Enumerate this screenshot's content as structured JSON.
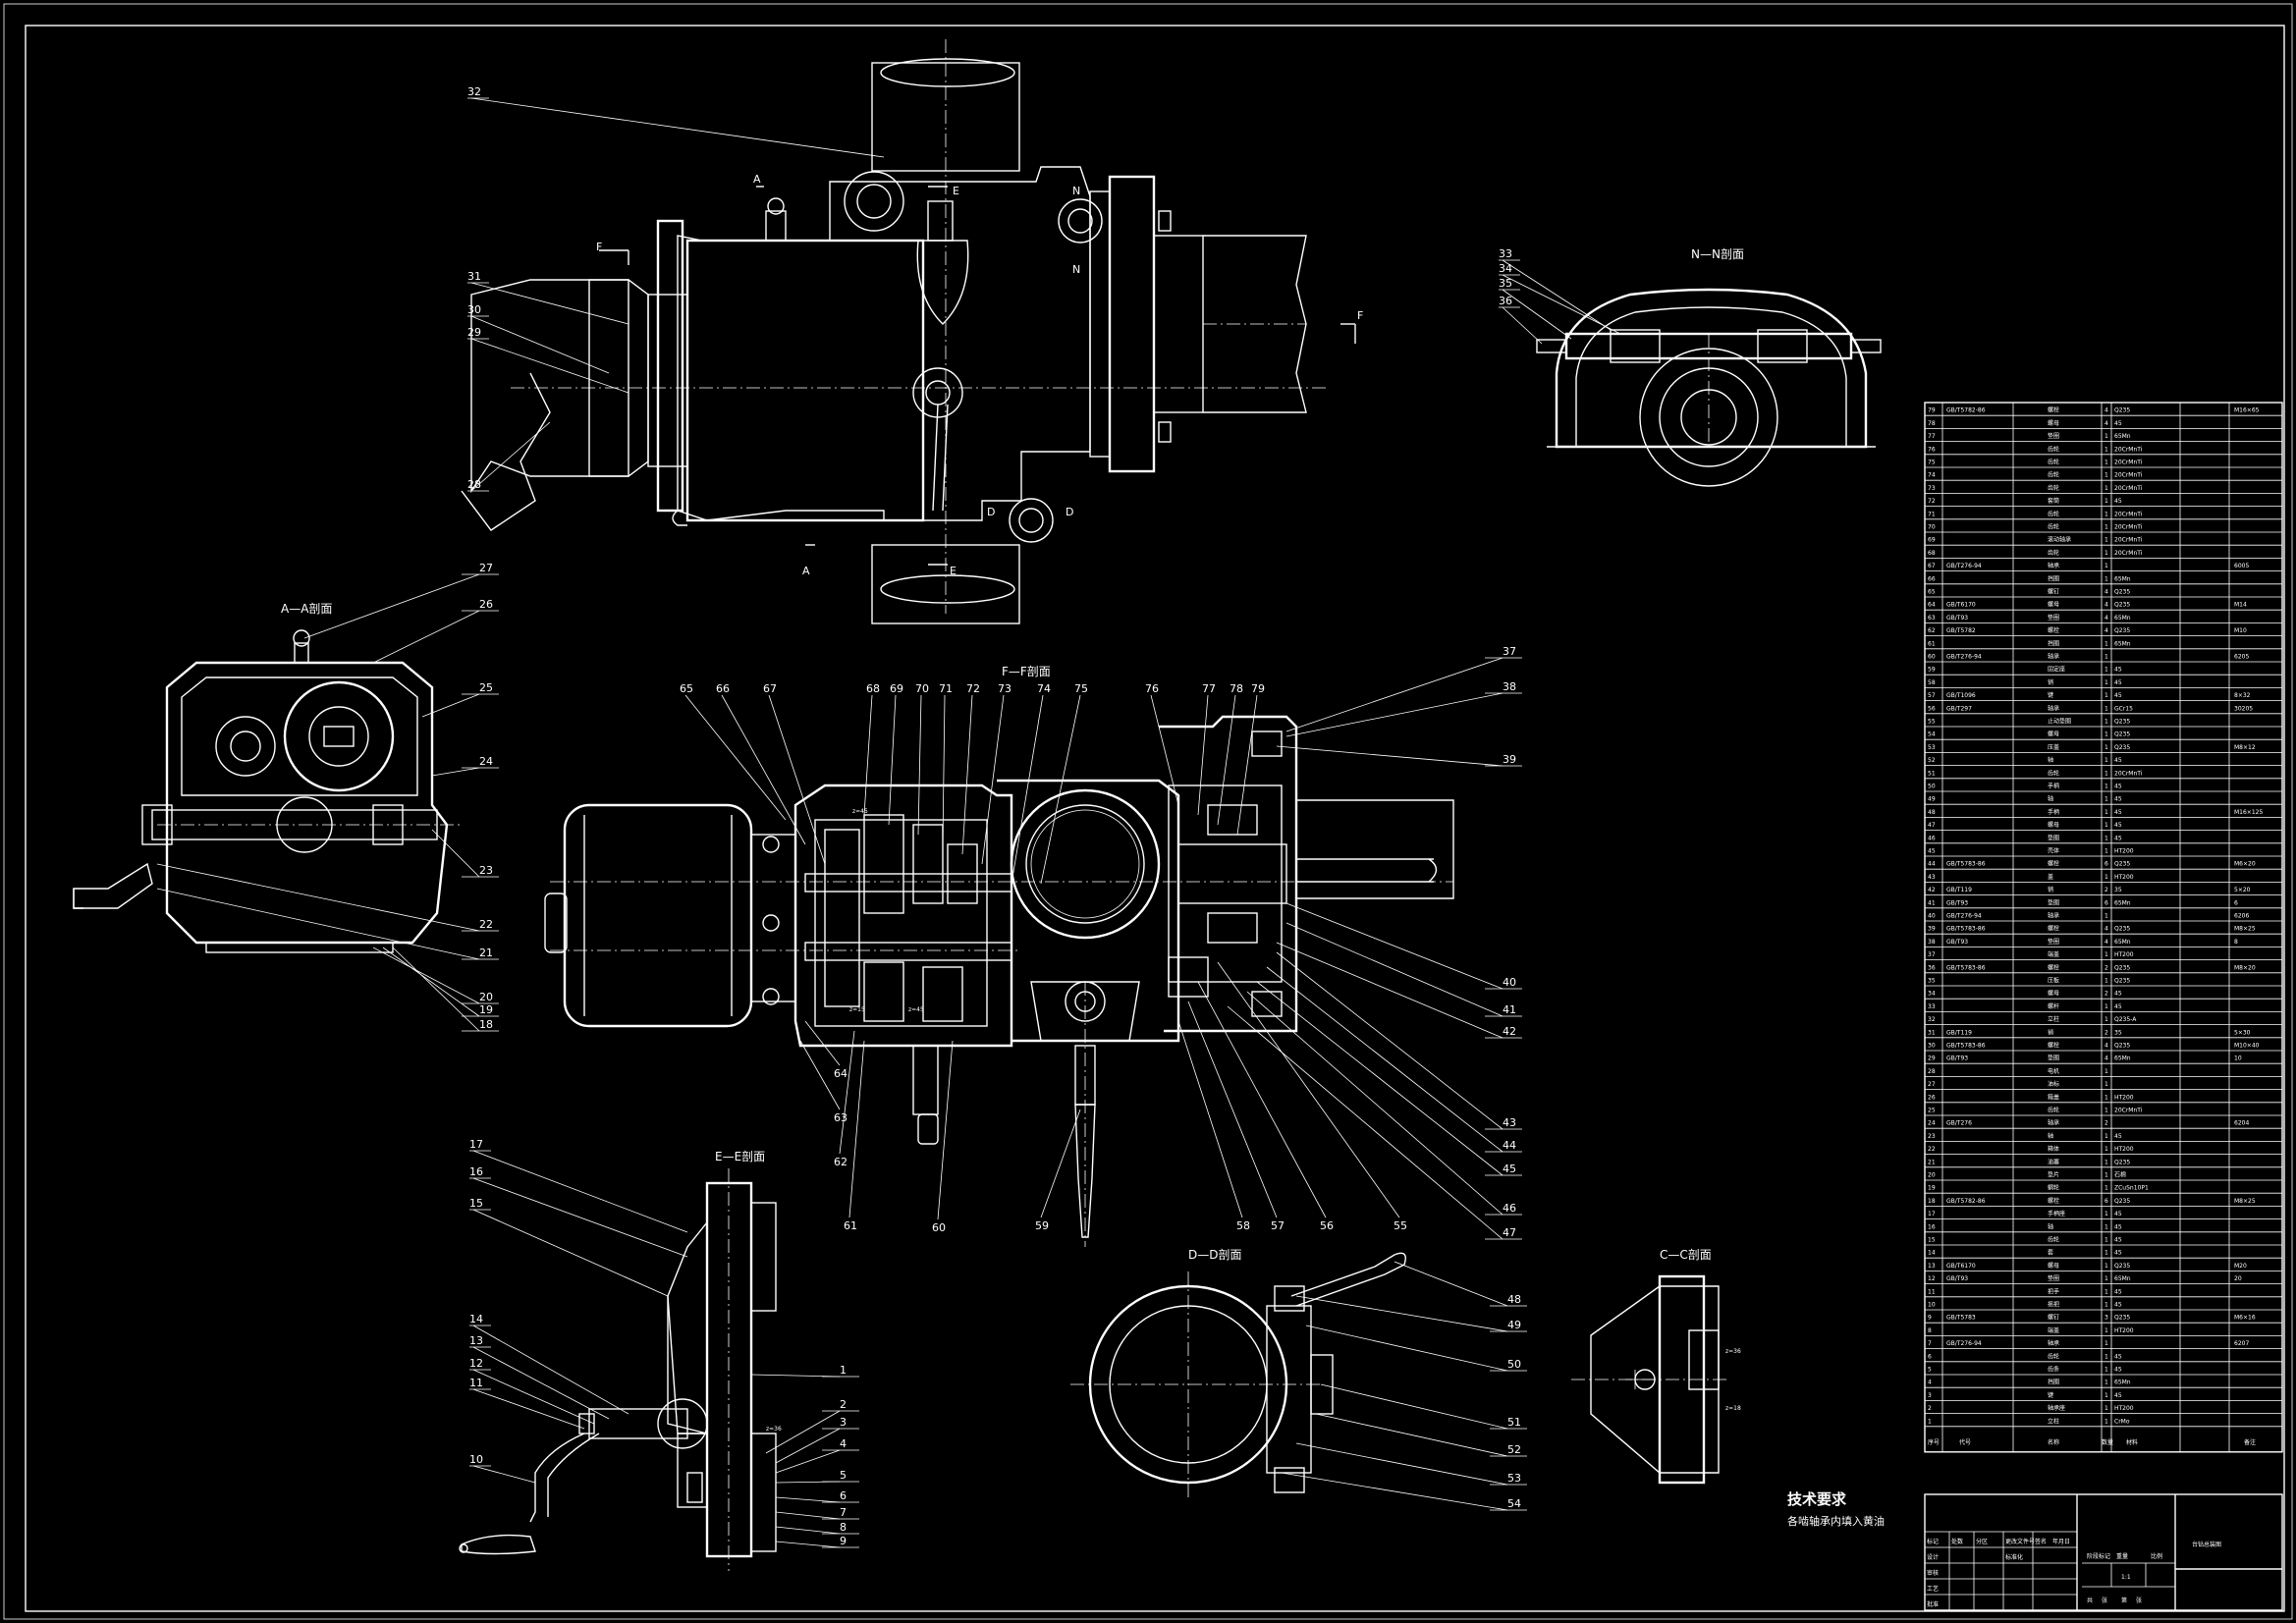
{
  "views": {
    "aa": "A—A剖面",
    "ff": "F—F剖面",
    "ee": "E—E剖面",
    "dd": "D—D剖面",
    "cc": "C—C剖面",
    "nn": "N—N剖面"
  },
  "section_marks": [
    "A",
    "A",
    "E",
    "E",
    "F",
    "F",
    "N",
    "N",
    "D",
    "D"
  ],
  "technical_requirements": {
    "heading": "技术要求",
    "line1": "各啮轴承内填入黄油"
  },
  "gear_notes": [
    "z=45",
    "z=15",
    "z=45",
    "z=36",
    "z=36",
    "z=18"
  ],
  "callouts": {
    "top_view": [
      "32",
      "31",
      "30",
      "29",
      "28"
    ],
    "aa_view": [
      "27",
      "26",
      "25",
      "24",
      "23",
      "22",
      "21",
      "20",
      "19",
      "18"
    ],
    "ff_view_top": [
      "65",
      "66",
      "67",
      "68",
      "69",
      "70",
      "71",
      "72",
      "73",
      "74",
      "75",
      "76",
      "77",
      "78",
      "79"
    ],
    "ff_view_right": [
      "37",
      "38",
      "39",
      "40",
      "41",
      "42",
      "43",
      "44",
      "45",
      "46",
      "47"
    ],
    "ff_view_bottom": [
      "64",
      "63",
      "62",
      "61",
      "60",
      "59",
      "58",
      "57",
      "56",
      "55"
    ],
    "nn_view": [
      "33",
      "34",
      "35",
      "36"
    ],
    "ee_view_left": [
      "17",
      "16",
      "15",
      "14",
      "13",
      "12",
      "11",
      "10"
    ],
    "ee_view_right": [
      "1",
      "2",
      "3",
      "4",
      "5",
      "6",
      "7",
      "8",
      "9"
    ],
    "dd_view": [
      "48",
      "49",
      "50",
      "51",
      "52",
      "53",
      "54"
    ]
  },
  "parts_list": {
    "rows": [
      [
        "79",
        "GB/T5782-86",
        "螺栓",
        "4",
        "Q235",
        "M16×65"
      ],
      [
        "78",
        "",
        "螺母",
        "4",
        "45",
        ""
      ],
      [
        "77",
        "",
        "垫圈",
        "1",
        "65Mn",
        ""
      ],
      [
        "76",
        "",
        "齿轮",
        "1",
        "20CrMnTi",
        ""
      ],
      [
        "75",
        "",
        "齿轮",
        "1",
        "20CrMnTi",
        ""
      ],
      [
        "74",
        "",
        "齿轮",
        "1",
        "20CrMnTi",
        ""
      ],
      [
        "73",
        "",
        "齿轮",
        "1",
        "20CrMnTi",
        ""
      ],
      [
        "72",
        "",
        "套筒",
        "1",
        "45",
        ""
      ],
      [
        "71",
        "",
        "齿轮",
        "1",
        "20CrMnTi",
        ""
      ],
      [
        "70",
        "",
        "齿轮",
        "1",
        "20CrMnTi",
        ""
      ],
      [
        "69",
        "",
        "滚动轴承",
        "1",
        "20CrMnTi",
        ""
      ],
      [
        "68",
        "",
        "齿轮",
        "1",
        "20CrMnTi",
        ""
      ],
      [
        "67",
        "GB/T276-94",
        "轴承",
        "1",
        "",
        "6005"
      ],
      [
        "66",
        "",
        "挡圈",
        "1",
        "65Mn",
        ""
      ],
      [
        "65",
        "",
        "螺钉",
        "4",
        "Q235",
        ""
      ],
      [
        "64",
        "GB/T6170",
        "螺母",
        "4",
        "Q235",
        "M14"
      ],
      [
        "63",
        "GB/T93",
        "垫圈",
        "4",
        "65Mn",
        ""
      ],
      [
        "62",
        "GB/T5782",
        "螺栓",
        "4",
        "Q235",
        "M10"
      ],
      [
        "61",
        "",
        "挡圈",
        "1",
        "65Mn",
        ""
      ],
      [
        "60",
        "GB/T276-94",
        "轴承",
        "1",
        "",
        "6205"
      ],
      [
        "59",
        "",
        "固定座",
        "1",
        "45",
        ""
      ],
      [
        "58",
        "",
        "销",
        "1",
        "45",
        ""
      ],
      [
        "57",
        "GB/T1096",
        "键",
        "1",
        "45",
        "8×32"
      ],
      [
        "56",
        "GB/T297",
        "轴承",
        "1",
        "GCr15",
        "30205"
      ],
      [
        "55",
        "",
        "止动垫圈",
        "1",
        "Q235",
        ""
      ],
      [
        "54",
        "",
        "螺母",
        "1",
        "Q235",
        ""
      ],
      [
        "53",
        "",
        "压盖",
        "1",
        "Q235",
        "M8×12"
      ],
      [
        "52",
        "",
        "轴",
        "1",
        "45",
        ""
      ],
      [
        "51",
        "",
        "齿轮",
        "1",
        "20CrMnTi",
        ""
      ],
      [
        "50",
        "",
        "手柄",
        "1",
        "45",
        ""
      ],
      [
        "49",
        "",
        "轴",
        "1",
        "45",
        ""
      ],
      [
        "48",
        "",
        "手柄",
        "1",
        "45",
        "M16×125"
      ],
      [
        "47",
        "",
        "螺母",
        "1",
        "45",
        ""
      ],
      [
        "46",
        "",
        "垫圈",
        "1",
        "45",
        ""
      ],
      [
        "45",
        "",
        "壳体",
        "1",
        "HT200",
        ""
      ],
      [
        "44",
        "GB/T5783-86",
        "螺栓",
        "6",
        "Q235",
        "M6×20"
      ],
      [
        "43",
        "",
        "盖",
        "1",
        "HT200",
        ""
      ],
      [
        "42",
        "GB/T119",
        "销",
        "2",
        "35",
        "5×20"
      ],
      [
        "41",
        "GB/T93",
        "垫圈",
        "6",
        "65Mn",
        "6"
      ],
      [
        "40",
        "GB/T276-94",
        "轴承",
        "1",
        "",
        "6206"
      ],
      [
        "39",
        "GB/T5783-86",
        "螺栓",
        "4",
        "Q235",
        "M8×25"
      ],
      [
        "38",
        "GB/T93",
        "垫圈",
        "4",
        "65Mn",
        "8"
      ],
      [
        "37",
        "",
        "端盖",
        "1",
        "HT200",
        ""
      ],
      [
        "36",
        "GB/T5783-86",
        "螺栓",
        "2",
        "Q235",
        "M8×20"
      ],
      [
        "35",
        "",
        "压板",
        "1",
        "Q235",
        ""
      ],
      [
        "34",
        "",
        "螺母",
        "2",
        "45",
        ""
      ],
      [
        "33",
        "",
        "螺杆",
        "1",
        "45",
        ""
      ],
      [
        "32",
        "",
        "立柱",
        "1",
        "Q235-A",
        ""
      ],
      [
        "31",
        "GB/T119",
        "销",
        "2",
        "35",
        "5×30"
      ],
      [
        "30",
        "GB/T5783-86",
        "螺栓",
        "4",
        "Q235",
        "M10×40"
      ],
      [
        "29",
        "GB/T93",
        "垫圈",
        "4",
        "65Mn",
        "10"
      ],
      [
        "28",
        "",
        "电机",
        "1",
        "",
        ""
      ],
      [
        "27",
        "",
        "油标",
        "1",
        "",
        ""
      ],
      [
        "26",
        "",
        "箱盖",
        "1",
        "HT200",
        ""
      ],
      [
        "25",
        "",
        "齿轮",
        "1",
        "20CrMnTi",
        ""
      ],
      [
        "24",
        "GB/T276",
        "轴承",
        "2",
        "",
        "6204"
      ],
      [
        "23",
        "",
        "轴",
        "1",
        "45",
        ""
      ],
      [
        "22",
        "",
        "箱体",
        "1",
        "HT200",
        ""
      ],
      [
        "21",
        "",
        "油塞",
        "1",
        "Q235",
        ""
      ],
      [
        "20",
        "",
        "垫片",
        "1",
        "石棉",
        ""
      ],
      [
        "19",
        "",
        "蜗轮",
        "1",
        "ZCuSn10P1",
        ""
      ],
      [
        "18",
        "GB/T5782-86",
        "螺栓",
        "6",
        "Q235",
        "M8×25"
      ],
      [
        "17",
        "",
        "手柄座",
        "1",
        "45",
        ""
      ],
      [
        "16",
        "",
        "轴",
        "1",
        "45",
        ""
      ],
      [
        "15",
        "",
        "齿轮",
        "1",
        "45",
        ""
      ],
      [
        "14",
        "",
        "套",
        "1",
        "45",
        ""
      ],
      [
        "13",
        "GB/T6170",
        "螺母",
        "1",
        "Q235",
        "M20"
      ],
      [
        "12",
        "GB/T93",
        "垫圈",
        "1",
        "65Mn",
        "20"
      ],
      [
        "11",
        "",
        "把手",
        "1",
        "45",
        ""
      ],
      [
        "10",
        "",
        "摇把",
        "1",
        "45",
        ""
      ],
      [
        "9",
        "GB/T5783",
        "螺钉",
        "3",
        "Q235",
        "M6×16"
      ],
      [
        "8",
        "",
        "端盖",
        "1",
        "HT200",
        ""
      ],
      [
        "7",
        "GB/T276-94",
        "轴承",
        "1",
        "",
        "6207"
      ],
      [
        "6",
        "",
        "齿轮",
        "1",
        "45",
        ""
      ],
      [
        "5",
        "",
        "齿条",
        "1",
        "45",
        ""
      ],
      [
        "4",
        "",
        "挡圈",
        "1",
        "65Mn",
        ""
      ],
      [
        "3",
        "",
        "键",
        "1",
        "45",
        ""
      ],
      [
        "2",
        "",
        "轴承座",
        "1",
        "HT200",
        ""
      ],
      [
        "1",
        "",
        "立柱",
        "1",
        "CrMo",
        ""
      ]
    ],
    "header": [
      "序号",
      "代号",
      "名称",
      "数量",
      "材料",
      "备注"
    ]
  },
  "title_block": {
    "drawing_name": "台钻总装图",
    "labels": [
      "标记",
      "处数",
      "分区",
      "更改文件号",
      "签名",
      "年月日",
      "设计",
      "标准化",
      "审核",
      "工艺",
      "批准",
      "阶段标记",
      "重量",
      "比例",
      "共",
      "张",
      "第",
      "张"
    ],
    "scale": "1:1"
  }
}
